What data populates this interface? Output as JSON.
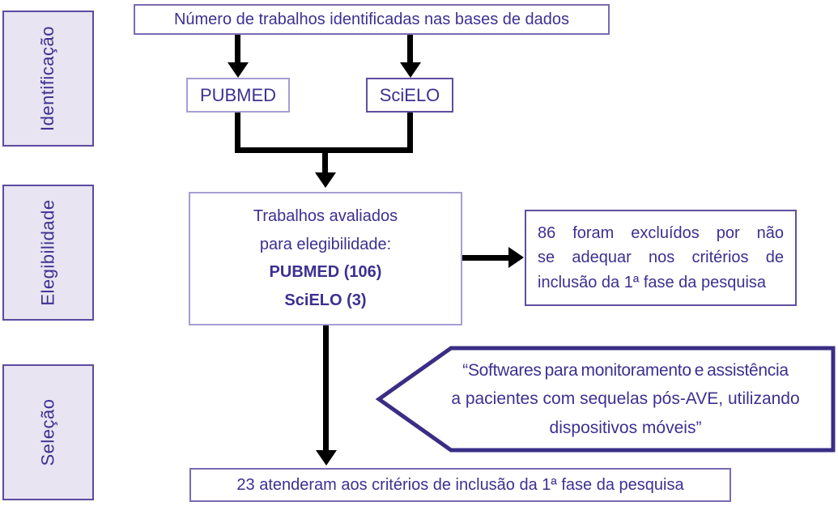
{
  "sidebar": {
    "items": [
      {
        "label": "Identificação"
      },
      {
        "label": "Elegibilidade"
      },
      {
        "label": "Seleção"
      }
    ]
  },
  "flow": {
    "identified_box": {
      "text": "Número de trabalhos identificadas nas bases de dados"
    },
    "pubmed_box": {
      "text": "PUBMED"
    },
    "scielo_box": {
      "text": "SciELO"
    },
    "eligibility_box": {
      "line1": "Trabalhos avaliados",
      "line2": "para elegibilidade:",
      "line3": "PUBMED (106)",
      "line4": "SciELO (3)"
    },
    "excluded_box": {
      "line1": "86 foram excluídos por não",
      "line2": "se adequar nos critérios de",
      "line3": "inclusão da 1ª fase da pesquisa"
    },
    "search_callout": {
      "line1": "“Softwares para monitoramento e assistência",
      "line2": "a pacientes com sequelas pós-AVE, utilizando",
      "line3": "dispositivos móveis”"
    },
    "included_box": {
      "text": "23 atenderam aos critérios de inclusão da 1ª fase da pesquisa"
    }
  },
  "colors": {
    "text": "#3d3091",
    "sidebar_fill": "#e8e4f1",
    "sidebar_border": "#5b4aa0",
    "box_border_light": "#a89dd4",
    "box_border_medium": "#7b6ab3",
    "box_border_dark": "#5f4da1",
    "callout_border": "#3a2d85",
    "arrow": "#000000"
  }
}
